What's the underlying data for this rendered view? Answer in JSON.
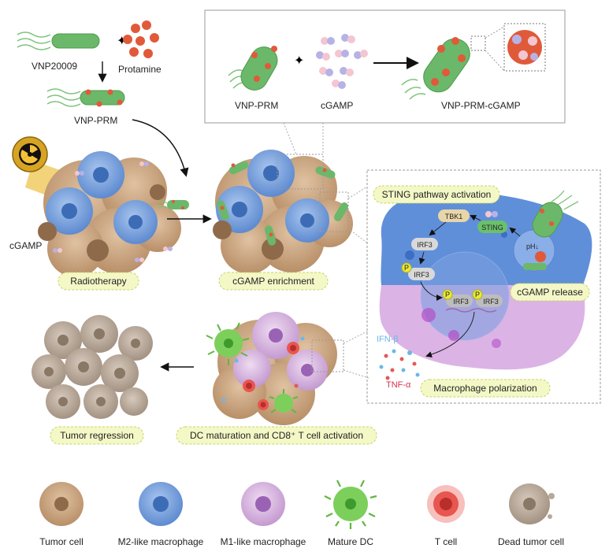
{
  "top_left": {
    "vnp_label": "VNP20009",
    "protamine_label": "Protamine",
    "vnp_prm_label": "VNP-PRM"
  },
  "inset_top": {
    "vnp_prm_label": "VNP-PRM",
    "cgamp_label": "cGAMP",
    "product_label": "VNP-PRM-cGAMP"
  },
  "left_stage": {
    "cgamp_label": "cGAMP",
    "pill": "Radiotherapy"
  },
  "middle_stage": {
    "pill": "cGAMP enrichment"
  },
  "sting_panel": {
    "title": "STING pathway activation",
    "tbk1": "TBK1",
    "irf3_a": "IRF3",
    "irf3_b": "IRF3",
    "irf3_c": "IRF3",
    "irf3_d": "IRF3",
    "p_mark": "P",
    "sting": "STING",
    "ph": "pH↓",
    "release": "cGAMP release",
    "ifn": "IFN-β",
    "tnf": "TNF-α",
    "polarization": "Macrophage polarization"
  },
  "bottom_stage": {
    "dc_pill": "DC maturation and CD8⁺ T cell activation",
    "regression_pill": "Tumor regression"
  },
  "legend": [
    {
      "label": "Tumor cell"
    },
    {
      "label": "M2-like macrophage"
    },
    {
      "label": "M1-like macrophage"
    },
    {
      "label": "Mature DC"
    },
    {
      "label": "T cell"
    },
    {
      "label": "Dead tumor cell"
    }
  ],
  "colors": {
    "tumor": "#c8a582",
    "m2": "#7fa8de",
    "m1": "#d8b8e0",
    "dc": "#7ccf5a",
    "tcell": "#e8564f",
    "dead": "#b8a898",
    "bacterium": "#6bb86a",
    "protamine": "#e05a3a",
    "pill_fill": "#f4f8c6",
    "pill_stroke": "#c9d46a"
  }
}
